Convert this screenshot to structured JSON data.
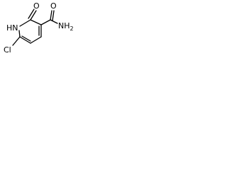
{
  "molecule": {
    "atoms": {
      "oxygen_ketone": "O",
      "ring_nitrogen": "HN",
      "oxygen_amide": "O",
      "amide_nitrogen": "NH",
      "amide_nitrogen_subscript": "2",
      "chlorine": "Cl"
    },
    "colors": {
      "bond": "#000000",
      "label": "#000000",
      "background": "#ffffff"
    }
  }
}
